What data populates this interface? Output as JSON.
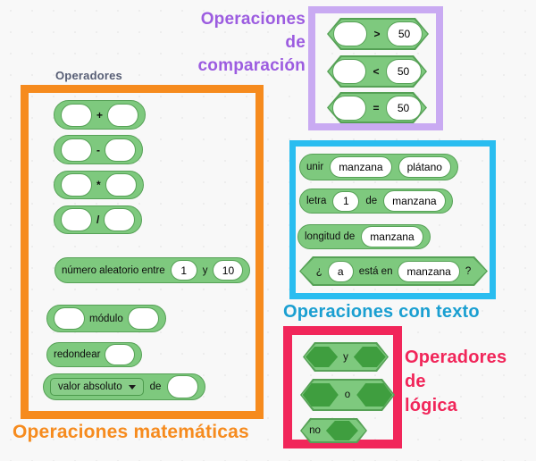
{
  "colors": {
    "math_accent": "#f68b1e",
    "comparison_border": "#c9aaf2",
    "comparison_accent": "#9c5ce0",
    "text_border": "#2abdf0",
    "text_accent": "#1a9fd1",
    "logic_accent": "#f1265a",
    "block_green": "#7ec97e",
    "block_green_border": "#56a156",
    "block_green_dark": "#3f9e3f",
    "palette_header_color": "#575e75"
  },
  "palette": {
    "header": "Operadores"
  },
  "math": {
    "title": "Operaciones matemáticas",
    "plus": "+",
    "minus": "-",
    "times": "*",
    "divide": "/",
    "random": {
      "label": "número aleatorio entre",
      "from": "1",
      "conj": "y",
      "to": "10"
    },
    "modulo": "módulo",
    "round": "redondear",
    "abs": {
      "selected": "valor absoluto",
      "de": "de"
    }
  },
  "comparison": {
    "title_lines": [
      "Operaciones",
      "de",
      "comparación"
    ],
    "rows": [
      {
        "op": ">",
        "value": "50"
      },
      {
        "op": "<",
        "value": "50"
      },
      {
        "op": "=",
        "value": "50"
      }
    ]
  },
  "text_ops": {
    "title": "Operaciones con texto",
    "join": {
      "label": "unir",
      "arg1": "manzana",
      "arg2": "plátano"
    },
    "letter": {
      "label": "letra",
      "index": "1",
      "de": "de",
      "word": "manzana"
    },
    "length": {
      "label": "longitud de",
      "word": "manzana"
    },
    "contains": {
      "open": "¿",
      "arg": "a",
      "label": "está en",
      "word": "manzana",
      "close": "?"
    }
  },
  "logic": {
    "title_lines": [
      "Operadores",
      "de",
      "lógica"
    ],
    "and": "y",
    "or": "o",
    "not": "no"
  }
}
